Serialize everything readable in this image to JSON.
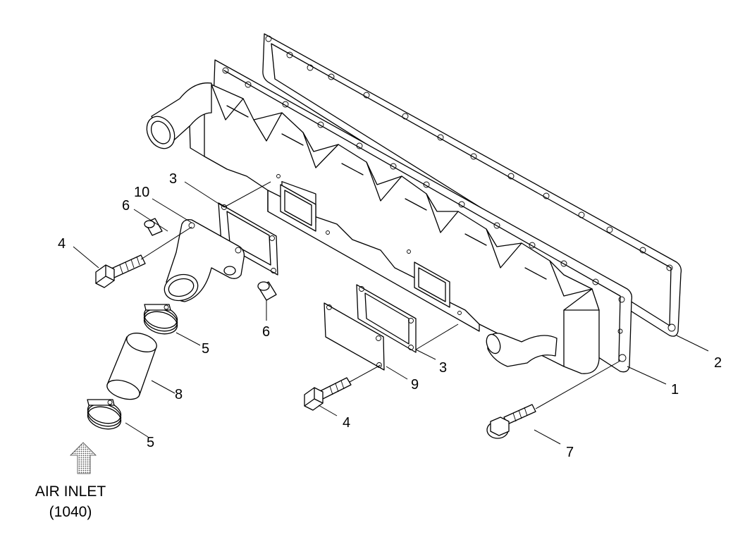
{
  "callouts": {
    "c1": "1",
    "c2": "2",
    "c3a": "3",
    "c3b": "3",
    "c4a": "4",
    "c4b": "4",
    "c5a": "5",
    "c5b": "5",
    "c6a": "6",
    "c6b": "6",
    "c7": "7",
    "c8": "8",
    "c9": "9",
    "c10": "10"
  },
  "air_inlet": {
    "label": "AIR INLET",
    "ref": "(1040)"
  },
  "colors": {
    "line": "#000000",
    "background": "#ffffff",
    "arrow_fill": "#bdbdbd"
  }
}
